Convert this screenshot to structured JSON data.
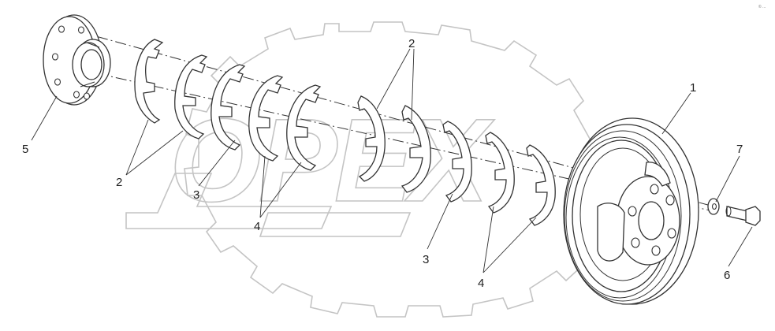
{
  "watermark": {
    "text": "OPEX"
  },
  "corner_mark": "© ...",
  "callouts": [
    {
      "id": "c1",
      "text": "1"
    },
    {
      "id": "c2a",
      "text": "2"
    },
    {
      "id": "c2b",
      "text": "2"
    },
    {
      "id": "c3a",
      "text": "3"
    },
    {
      "id": "c3b",
      "text": "3"
    },
    {
      "id": "c4a",
      "text": "4"
    },
    {
      "id": "c4b",
      "text": "4"
    },
    {
      "id": "c5",
      "text": "5"
    },
    {
      "id": "c6",
      "text": "6"
    },
    {
      "id": "c7",
      "text": "7"
    }
  ],
  "colors": {
    "line": "#333333",
    "watermark": "#c4c4c4",
    "background": "#ffffff"
  }
}
